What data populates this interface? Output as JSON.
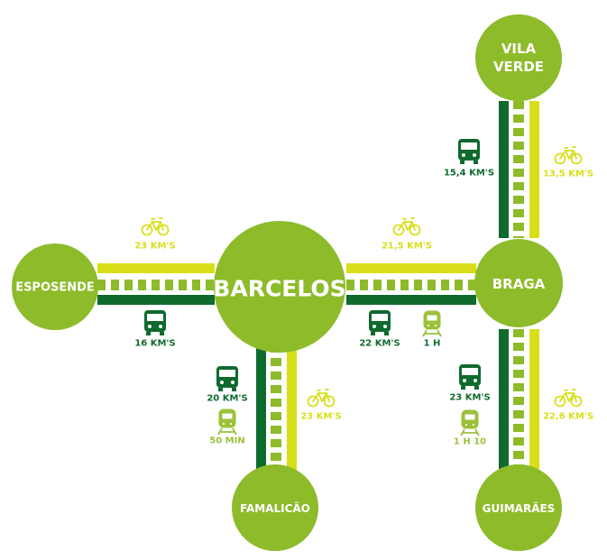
{
  "colors": {
    "node": "#8dbb2a",
    "road_dark": "#0f6a2e",
    "road_light": "#d8df1a",
    "bus": "#0f6a2e",
    "bike": "#d8df1a",
    "train": "#9bc13a"
  },
  "nodes": {
    "barcelos": "BARCELOS",
    "esposende": "ESPOSENDE",
    "braga": "BRAGA",
    "vila_verde_line1": "VILA",
    "vila_verde_line2": "VERDE",
    "famalicao": "FAMALICÃO",
    "guimaraes": "GUIMARÃES"
  },
  "routes": {
    "esposende_barcelos": {
      "bike": "23 KM'S",
      "bus": "16 KM'S"
    },
    "barcelos_braga": {
      "bike": "21,5 KM'S",
      "bus": "22 KM'S",
      "train": "1 H"
    },
    "braga_vila_verde": {
      "bus": "15,4 KM'S",
      "bike": "13,5 KM'S"
    },
    "barcelos_famalicao": {
      "bus": "20 KM'S",
      "train": "50 MIN",
      "bike": "23 KM'S"
    },
    "braga_guimaraes": {
      "bus": "23 KM'S",
      "train": "1 H 10",
      "bike": "22,6 KM'S"
    }
  }
}
